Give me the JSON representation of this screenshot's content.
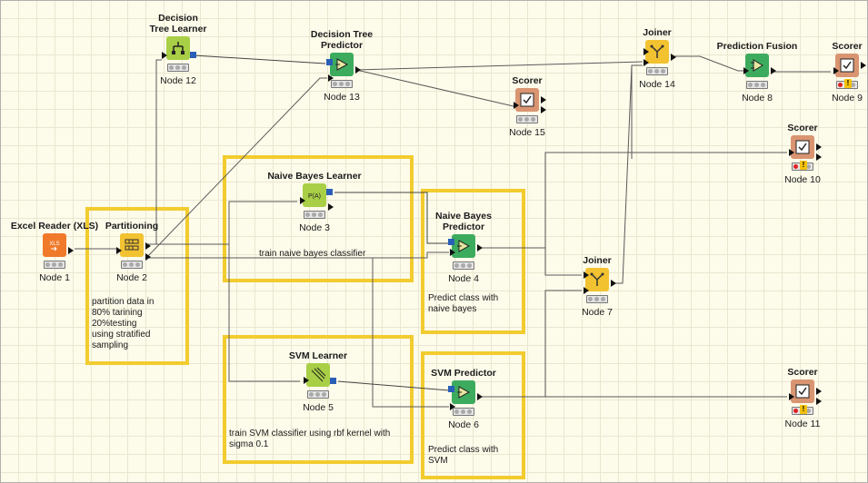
{
  "nodes": {
    "excel": {
      "title": "Excel Reader (XLS)",
      "label": "Node 1",
      "icon_text": "XLS"
    },
    "partitioning": {
      "title": "Partitioning",
      "label": "Node 2",
      "comment": "partition data in\n80%  tarining\n20%testing\nusing stratified\nsampling"
    },
    "dt_learner": {
      "title": "Decision\nTree Learner",
      "label": "Node 12"
    },
    "dt_predictor": {
      "title": "Decision Tree\nPredictor",
      "label": "Node 13"
    },
    "scorer15": {
      "title": "Scorer",
      "label": "Node 15"
    },
    "joiner14": {
      "title": "Joiner",
      "label": "Node 14"
    },
    "fusion": {
      "title": "Prediction Fusion",
      "label": "Node 8"
    },
    "scorer9": {
      "title": "Scorer",
      "label": "Node 9"
    },
    "scorer10": {
      "title": "Scorer",
      "label": "Node 10"
    },
    "nb_learner": {
      "title": "Naive Bayes Learner",
      "label": "Node 3",
      "comment": "train naive bayes classifier",
      "icon_text": "P(A)"
    },
    "nb_predictor": {
      "title": "Naive Bayes\nPredictor",
      "label": "Node 4",
      "comment": "Predict class with\nnaive bayes"
    },
    "joiner7": {
      "title": "Joiner",
      "label": "Node 7"
    },
    "svm_learner": {
      "title": "SVM Learner",
      "label": "Node 5",
      "comment": "train SVM classifier using rbf kernel with\nsigma 0.1"
    },
    "svm_predictor": {
      "title": "SVM Predictor",
      "label": "Node 6",
      "comment": "Predict class with\nSVM"
    },
    "scorer11": {
      "title": "Scorer",
      "label": "Node 11"
    }
  },
  "colors": {
    "highlight": "#f2cc2f",
    "reader_orange": "#f07a2a",
    "manipulator_yellow": "#f2c230",
    "learner_lime": "#a8cf45",
    "predictor_green": "#3dab5e",
    "scorer_tan": "#d99571",
    "model_port_blue": "#2a5fb8",
    "warning_red": "#e02020"
  },
  "icons": {
    "excel": "xls-file-icon",
    "partitioning": "table-split-icon",
    "dt_learner": "decision-tree-icon",
    "predictor": "predictor-arrow-icon",
    "scorer": "scorer-checkmark-icon",
    "joiner": "join-icon",
    "nb_learner": "probability-icon",
    "svm_learner": "svm-hyperplane-icon"
  }
}
